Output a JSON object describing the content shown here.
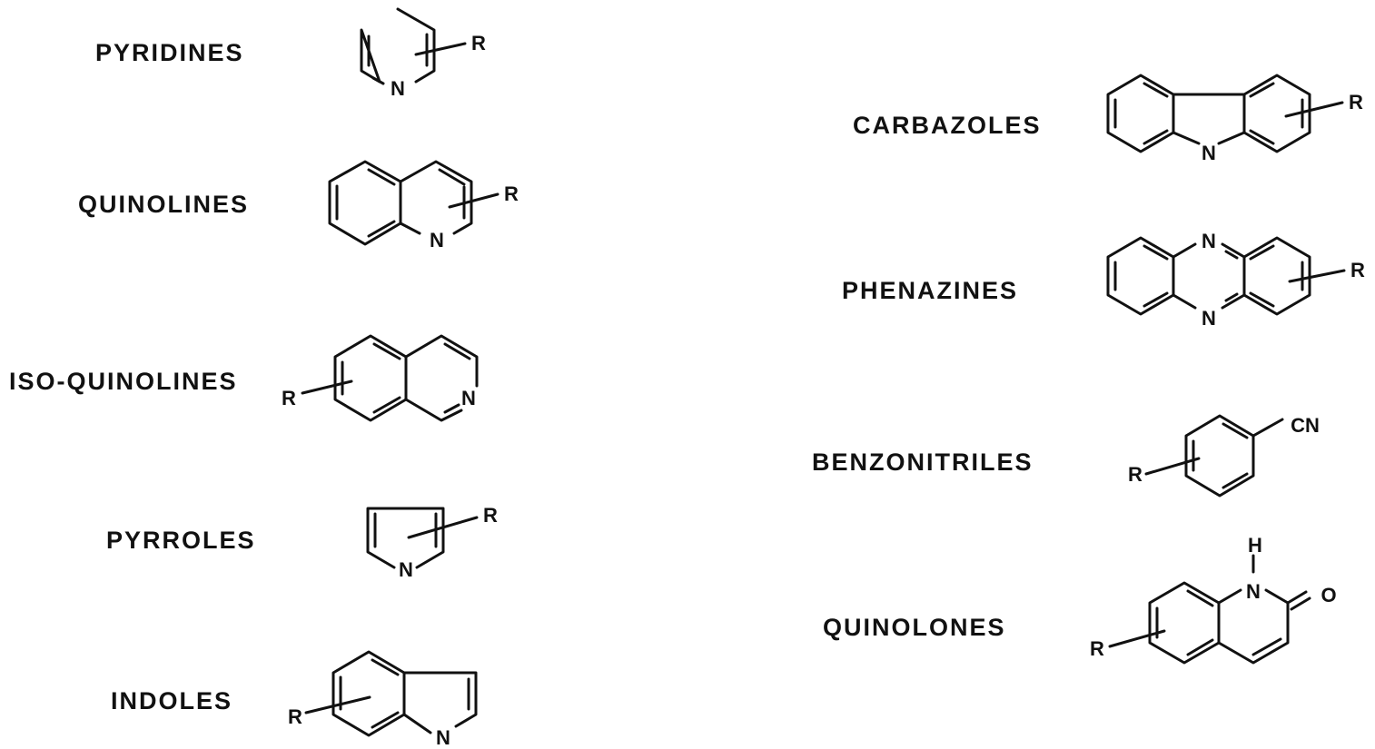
{
  "colors": {
    "ink": "#111111",
    "background": "#ffffff"
  },
  "atom_labels": {
    "r": "R",
    "n": "N",
    "h": "H",
    "o": "O",
    "cn": "CN"
  },
  "classes": [
    {
      "label": "PYRIDINES"
    },
    {
      "label": "QUINOLINES"
    },
    {
      "label": "ISO-QUINOLINES"
    },
    {
      "label": "PYRROLES"
    },
    {
      "label": "INDOLES"
    },
    {
      "label": "CARBAZOLES"
    },
    {
      "label": "PHENAZINES"
    },
    {
      "label": "BENZONITRILES"
    },
    {
      "label": "QUINOLONES"
    }
  ]
}
